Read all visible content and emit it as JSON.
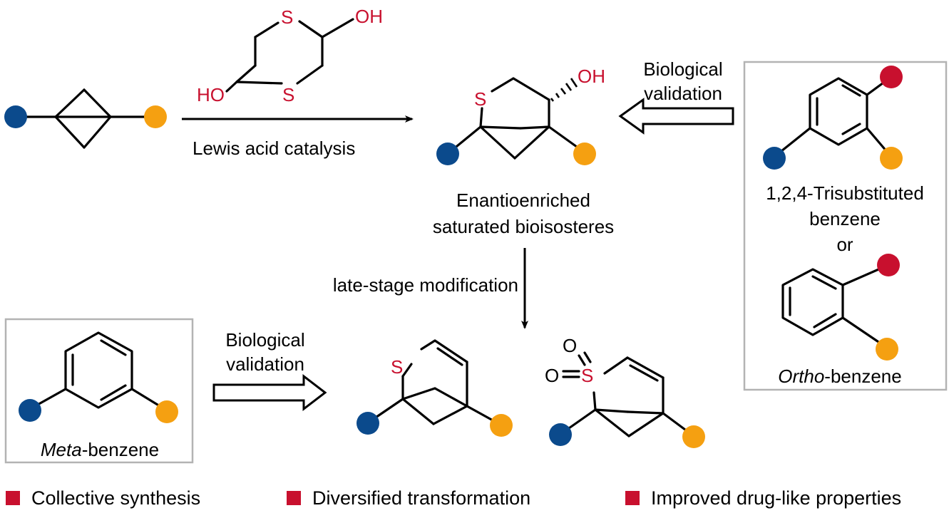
{
  "colors": {
    "blue_substituent": "#0b4a8c",
    "orange_substituent": "#f5a011",
    "red_substituent": "#c8102e",
    "heteroatom": "#c8102e",
    "box_border": "#b3b3b3",
    "bullet": "#c8102e"
  },
  "reagent": {
    "atoms": {
      "s_top": "S",
      "s_bottom": "S",
      "oh_right": "OH",
      "ho_left": "HO"
    },
    "condition": "Lewis acid catalysis"
  },
  "product": {
    "atoms": {
      "s": "S",
      "oh": "OH"
    },
    "caption_line1": "Enantioenriched",
    "caption_line2": "saturated bioisosteres"
  },
  "validation_right": {
    "line1": "Biological",
    "line2": "validation"
  },
  "validation_left": {
    "line1": "Biological",
    "line2": "validation"
  },
  "late_stage": "late-stage modification",
  "right_box": {
    "trisub_line1": "1,2,4-Trisubstituted",
    "trisub_line2": "benzene",
    "or": "or",
    "ortho_italic": "Ortho",
    "ortho_rest": "-benzene"
  },
  "left_box": {
    "meta_italic": "Meta",
    "meta_rest": "-benzene"
  },
  "derivatives": {
    "thio_s": "S",
    "sulfone_s": "S",
    "sulfone_o1": "O",
    "sulfone_o2": "O"
  },
  "features": [
    {
      "label": "Collective synthesis"
    },
    {
      "label": "Diversified transformation"
    },
    {
      "label": "Improved drug-like properties"
    }
  ]
}
